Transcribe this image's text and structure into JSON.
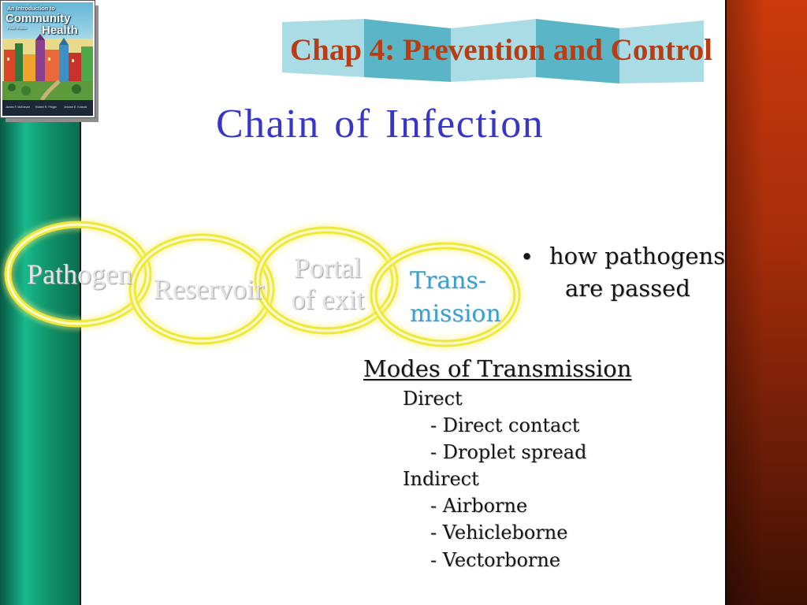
{
  "colors": {
    "left_bar": "#0e8a64",
    "right_bar": "#b3330c",
    "banner_text": "#b83c14",
    "title": "#3636c8",
    "ring": "#efe73a",
    "ring_label": "#e4e4e4",
    "active_label": "#3a9ed0",
    "body_text": "#141414",
    "ribbon_light": "#a9dce4",
    "ribbon_dark": "#5ab6c7"
  },
  "book_cover": {
    "line1": "An Introduction to",
    "line2": "Community",
    "line3": "Health",
    "edition": "Fourth Edition",
    "authors": [
      "James F. McKenzie",
      "Robert R. Pinger",
      "Jerome E. Kotecki"
    ]
  },
  "banner": {
    "title": "Chap 4: Prevention and Control"
  },
  "slide": {
    "title": "Chain of Infection"
  },
  "chain": {
    "links": [
      {
        "lines": [
          "Pathogen"
        ]
      },
      {
        "lines": [
          "Reservoir"
        ]
      },
      {
        "lines": [
          "Portal",
          "of exit"
        ]
      },
      {
        "lines": [
          "Trans-",
          "mission"
        ]
      }
    ]
  },
  "bullet": {
    "marker": "•",
    "lines": [
      "how pathogens",
      "are passed"
    ]
  },
  "modes": {
    "heading": "Modes of Transmission",
    "groups": [
      {
        "name": "Direct",
        "items": [
          "- Direct contact",
          "- Droplet spread"
        ]
      },
      {
        "name": "Indirect",
        "items": [
          "- Airborne",
          "- Vehicleborne",
          "- Vectorborne"
        ]
      }
    ]
  }
}
